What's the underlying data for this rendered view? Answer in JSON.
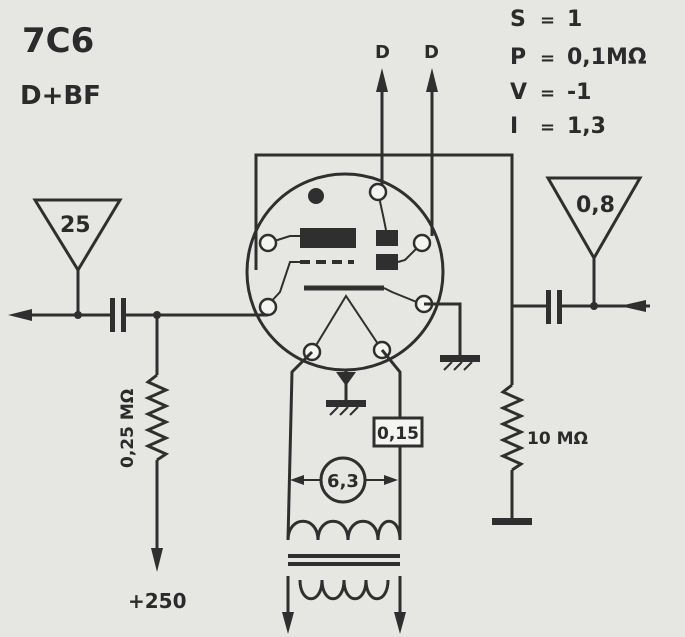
{
  "title": "7C6",
  "function": "D+BF",
  "specs": [
    {
      "key": "S",
      "sep": "=",
      "val": "1"
    },
    {
      "key": "P",
      "sep": "=",
      "val": "0,1MΩ"
    },
    {
      "key": "V",
      "sep": "=",
      "val": "-1"
    },
    {
      "key": "I",
      "sep": "=",
      "val": "1,3"
    }
  ],
  "outputs": [
    "D",
    "D"
  ],
  "left_triangle_value": "25",
  "right_triangle_value": "0,8",
  "left_resistor": "0,25 MΩ",
  "right_resistor": "10 MΩ",
  "supply": "+250",
  "heater_current": "0,15",
  "heater_voltage": "6,3"
}
